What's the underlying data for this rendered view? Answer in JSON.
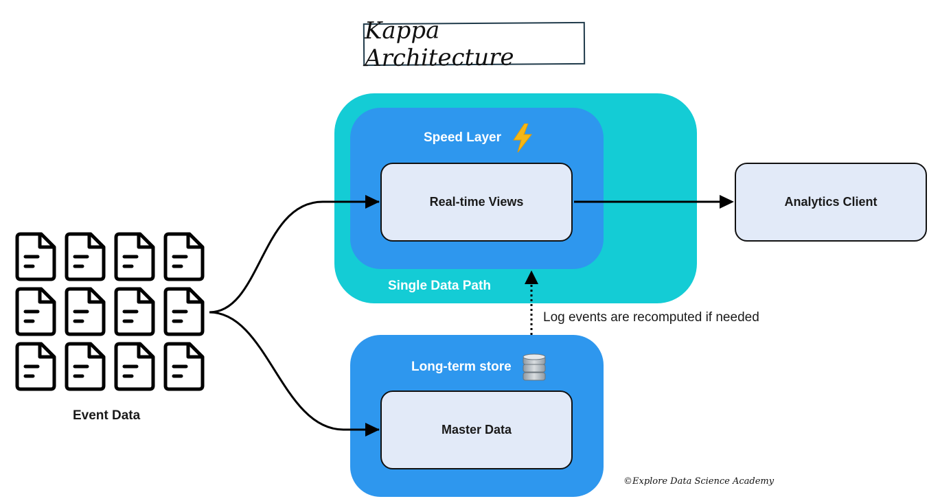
{
  "title": "Kappa Architecture",
  "speed_layer": {
    "label": "Speed Layer",
    "icon": "lightning-icon"
  },
  "single_data_path": {
    "label": "Single Data Path"
  },
  "real_time_views": {
    "label": "Real-time Views"
  },
  "analytics_client": {
    "label": "Analytics Client"
  },
  "event_data": {
    "label": "Event Data",
    "icon": "document-icon",
    "count": 12
  },
  "long_term_store": {
    "label": "Long-term store",
    "icon": "database-icon"
  },
  "master_data": {
    "label": "Master Data"
  },
  "recompute_note": "Log events are recomputed if needed",
  "credit": "©Explore Data Science Academy",
  "colors": {
    "outer_path": "#14ccd5",
    "layer": "#2e97ee",
    "node": "#e2eaf8",
    "lightning": "#f5b716"
  }
}
